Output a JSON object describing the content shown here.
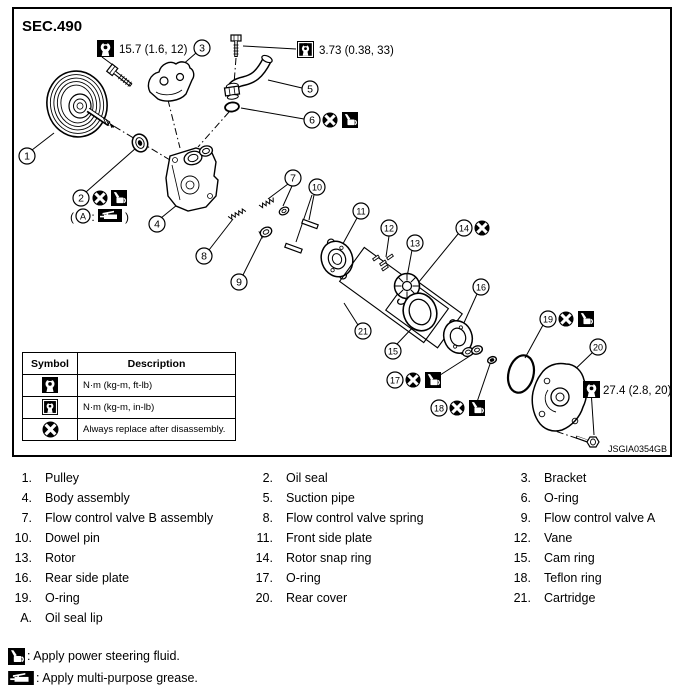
{
  "colors": {
    "ink": "#000000",
    "paper": "#ffffff"
  },
  "section": {
    "title": "SEC.490",
    "figure_code": "JSGIA0354GB"
  },
  "torque": {
    "bracket_bolt": "15.7 (1.6, 12)",
    "suction_pipe_bolt": "3.73 (0.38, 33)",
    "rear_cover_bolt": "27.4 (2.8, 20)"
  },
  "callouts": {
    "1": "1",
    "2": "2",
    "3": "3",
    "4": "4",
    "5": "5",
    "6": "6",
    "7": "7",
    "8": "8",
    "9": "9",
    "10": "10",
    "11": "11",
    "12": "12",
    "13": "13",
    "14": "14",
    "15": "15",
    "16": "16",
    "17": "17",
    "18": "18",
    "19": "19",
    "20": "20",
    "21": "21",
    "A": "A"
  },
  "a_note": {
    "open": "(",
    "label": "A",
    "colon": ":",
    "close": ")"
  },
  "symbol_table": {
    "headers": [
      "Symbol",
      "Description"
    ],
    "rows": [
      {
        "icon": "torque-ftlb-icon",
        "description": "N·m (kg-m, ft-lb)"
      },
      {
        "icon": "torque-inlb-icon",
        "description": "N·m (kg-m, in-lb)"
      },
      {
        "icon": "replace-icon",
        "description": "Always replace after disassembly."
      }
    ]
  },
  "parts": [
    {
      "num": "1.",
      "label": "Pulley"
    },
    {
      "num": "2.",
      "label": "Oil seal"
    },
    {
      "num": "3.",
      "label": "Bracket"
    },
    {
      "num": "4.",
      "label": "Body assembly"
    },
    {
      "num": "5.",
      "label": "Suction pipe"
    },
    {
      "num": "6.",
      "label": "O-ring"
    },
    {
      "num": "7.",
      "label": "Flow control valve B assembly"
    },
    {
      "num": "8.",
      "label": "Flow control valve spring"
    },
    {
      "num": "9.",
      "label": "Flow control valve A"
    },
    {
      "num": "10.",
      "label": "Dowel pin"
    },
    {
      "num": "11.",
      "label": "Front side plate"
    },
    {
      "num": "12.",
      "label": "Vane"
    },
    {
      "num": "13.",
      "label": "Rotor"
    },
    {
      "num": "14.",
      "label": "Rotor snap ring"
    },
    {
      "num": "15.",
      "label": "Cam ring"
    },
    {
      "num": "16.",
      "label": "Rear side plate"
    },
    {
      "num": "17.",
      "label": "O-ring"
    },
    {
      "num": "18.",
      "label": "Teflon ring"
    },
    {
      "num": "19.",
      "label": "O-ring"
    },
    {
      "num": "20.",
      "label": "Rear cover"
    },
    {
      "num": "21.",
      "label": "Cartridge"
    },
    {
      "num": "A.",
      "label": "Oil seal lip"
    }
  ],
  "notes": [
    {
      "icon": "oil-can-icon",
      "text": ": Apply power steering fluid."
    },
    {
      "icon": "grease-gun-icon",
      "text": ": Apply multi-purpose grease."
    }
  ]
}
